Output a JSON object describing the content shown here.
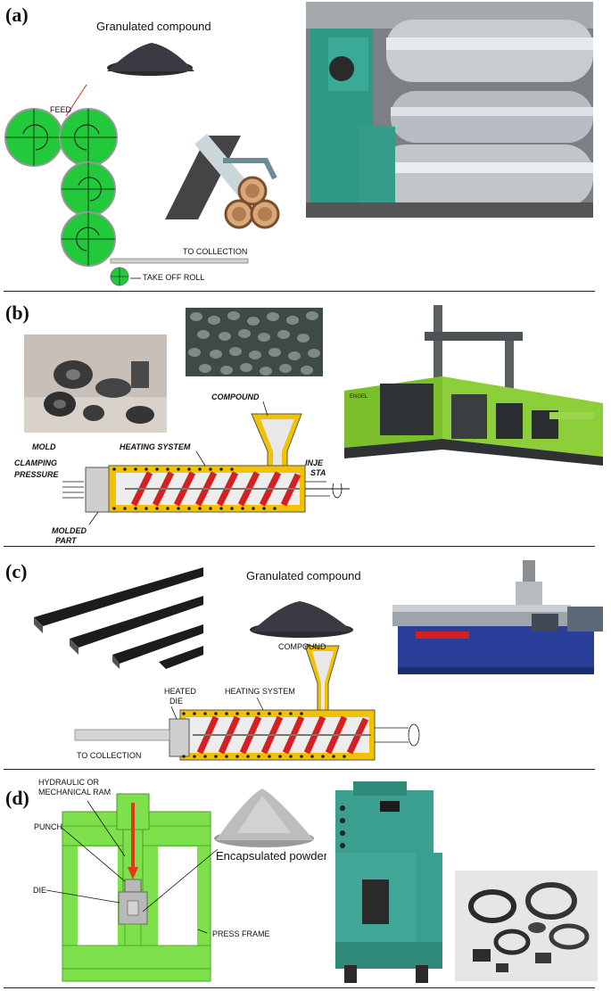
{
  "panels": {
    "a": {
      "label": "(a)",
      "granulated_label": "Granulated compound",
      "feed_label": "FEED",
      "collection_label": "TO COLLECTION",
      "takeoff_label": "TAKE OFF ROLL"
    },
    "b": {
      "label": "(b)",
      "compound_label": "COMPOUND",
      "mold_label": "MOLD",
      "clamping_label": "CLAMPING",
      "pressure_label": "PRESSURE",
      "heating_label": "HEATING SYSTEM",
      "injection_label_1": "INJE",
      "injection_label_2": "STA",
      "molded_label_1": "MOLDED",
      "molded_label_2": "PART",
      "machine_brand": "ENGEL"
    },
    "c": {
      "label": "(c)",
      "granulated_label": "Granulated compound",
      "compound_label": "COMPOUND",
      "heated_die_label_1": "HEATED",
      "heated_die_label_2": "DIE",
      "heating_label": "HEATING SYSTEM",
      "collection_label": "TO COLLECTION"
    },
    "d": {
      "label": "(d)",
      "ram_label_1": "HYDRAULIC  OR",
      "ram_label_2": "MECHANICAL RAM",
      "punch_label": "PUNCH",
      "die_label": "DIE",
      "press_frame_label": "PRESS FRAME",
      "powder_label": "Encapsulated powder"
    }
  },
  "colors": {
    "roll_green": "#22c93a",
    "machine_green": "#8ccf3a",
    "barrel_yellow": "#f2c200",
    "screw_red": "#d42020",
    "teal_machine": "#3a9f8f",
    "extruder_blue": "#2a3f9a",
    "press_green": "#7ee04a"
  }
}
